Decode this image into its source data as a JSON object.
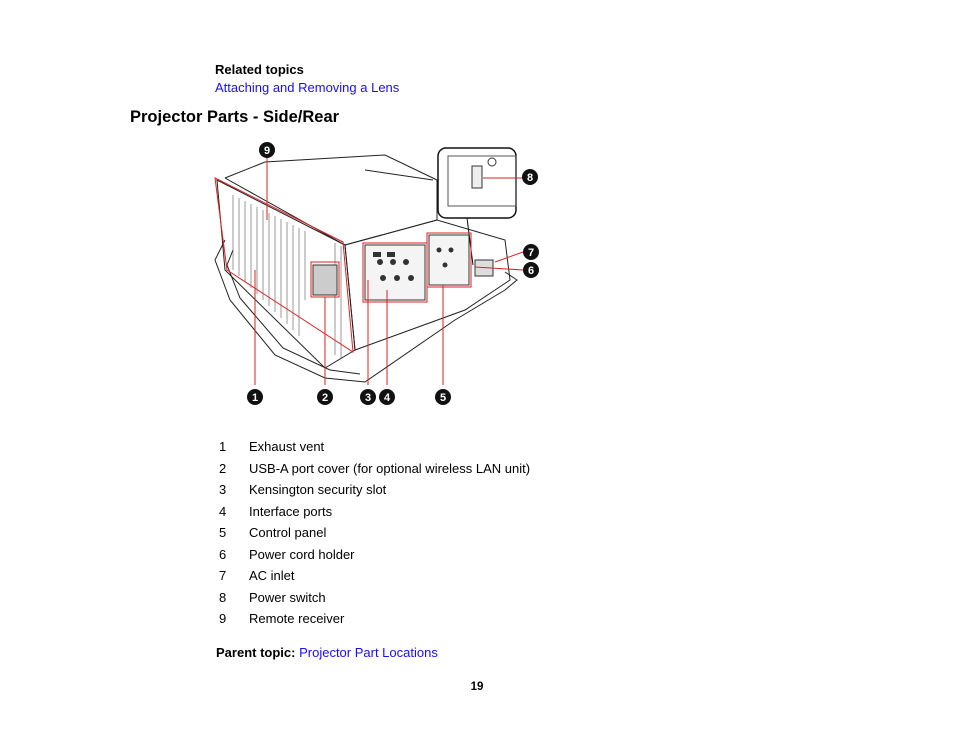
{
  "related": {
    "heading": "Related topics",
    "link": "Attaching and Removing a Lens"
  },
  "section": {
    "title": "Projector Parts - Side/Rear"
  },
  "figure": {
    "callouts": [
      "1",
      "2",
      "3",
      "4",
      "5",
      "6",
      "7",
      "8",
      "9"
    ]
  },
  "parts": [
    {
      "num": "1",
      "label": "Exhaust vent"
    },
    {
      "num": "2",
      "label": "USB-A port cover (for optional wireless LAN unit)"
    },
    {
      "num": "3",
      "label": "Kensington security slot"
    },
    {
      "num": "4",
      "label": "Interface ports"
    },
    {
      "num": "5",
      "label": "Control panel"
    },
    {
      "num": "6",
      "label": "Power cord holder"
    },
    {
      "num": "7",
      "label": "AC inlet"
    },
    {
      "num": "8",
      "label": "Power switch"
    },
    {
      "num": "9",
      "label": "Remote receiver"
    }
  ],
  "parent": {
    "label": "Parent topic:",
    "link": "Projector Part Locations"
  },
  "page_number": "19"
}
